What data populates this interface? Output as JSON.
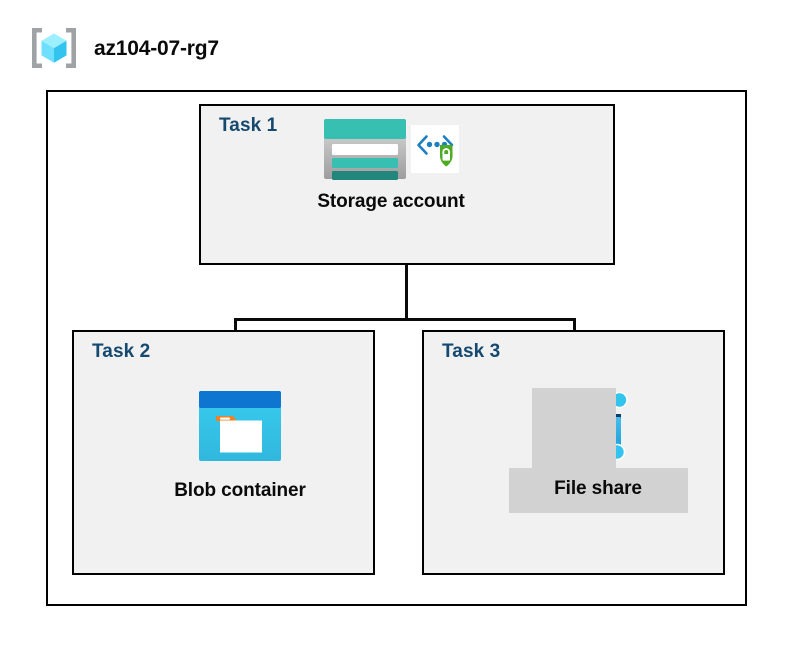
{
  "header": {
    "icon": "resource-group-icon",
    "title": "az104-07-rg7"
  },
  "container": {
    "name": "resource-group-container"
  },
  "tasks": [
    {
      "id": "task1",
      "label": "Task 1",
      "node": {
        "caption": "Storage account",
        "icons": [
          "storage-account-icon",
          "secure-endpoint-shield-icon"
        ]
      }
    },
    {
      "id": "task2",
      "label": "Task 2",
      "node": {
        "caption": "Blob container",
        "icons": [
          "blob-container-icon"
        ]
      }
    },
    {
      "id": "task3",
      "label": "Task 3",
      "node": {
        "caption": "File share",
        "icons": [
          "file-share-icon"
        ]
      }
    }
  ],
  "connectors": [
    {
      "name": "storage-to-bus"
    },
    {
      "name": "bus-horizontal"
    },
    {
      "name": "bus-to-blob-container"
    },
    {
      "name": "bus-to-file-share"
    }
  ],
  "colors": {
    "task_label": "#15496f",
    "task_fill": "#f1f1f1",
    "border": "#000000",
    "plate": "#d2d2d2",
    "storage_teal": "#37bfb1",
    "storage_teal_dark": "#21867c",
    "storage_gray": "#c6c6c6",
    "blob_blue": "#0e76d0",
    "blob_cyan": "#32c4ee",
    "blob_orange": "#f08122",
    "fileshare_blue": "#31a8e0",
    "shield_green": "#4faa24",
    "bracket_gray": "#a0a3a6",
    "cube_cyan": "#50e6ff"
  }
}
